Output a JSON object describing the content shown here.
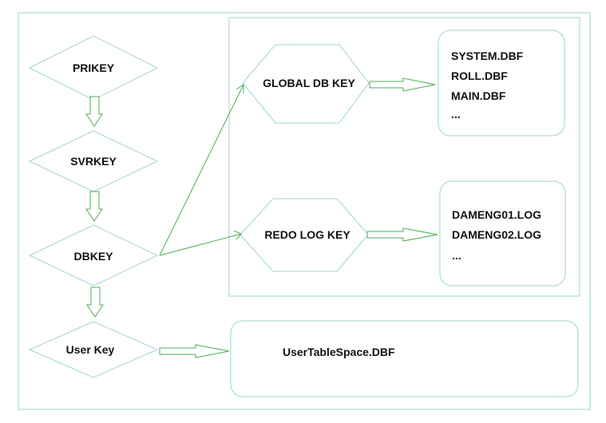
{
  "colors": {
    "border": "#9fd3d6",
    "arrow": "#4caf50",
    "text": "#111111",
    "background": "#ffffff"
  },
  "nodes": {
    "prikey": "PRIKEY",
    "svrkey": "SVRKEY",
    "dbkey": "DBKEY",
    "user_key": "User Key",
    "global_db_key": "GLOBAL DB KEY",
    "redo_log_key": "REDO LOG KEY"
  },
  "global_db_files": {
    "file1": "SYSTEM.DBF",
    "file2": "ROLL.DBF",
    "file3": "MAIN.DBF",
    "more": "..."
  },
  "redo_log_files": {
    "file1": "DAMENG01.LOG",
    "file2": "DAMENG02.LOG",
    "more": "..."
  },
  "user_tablespace": {
    "file": "UserTableSpace.DBF"
  }
}
